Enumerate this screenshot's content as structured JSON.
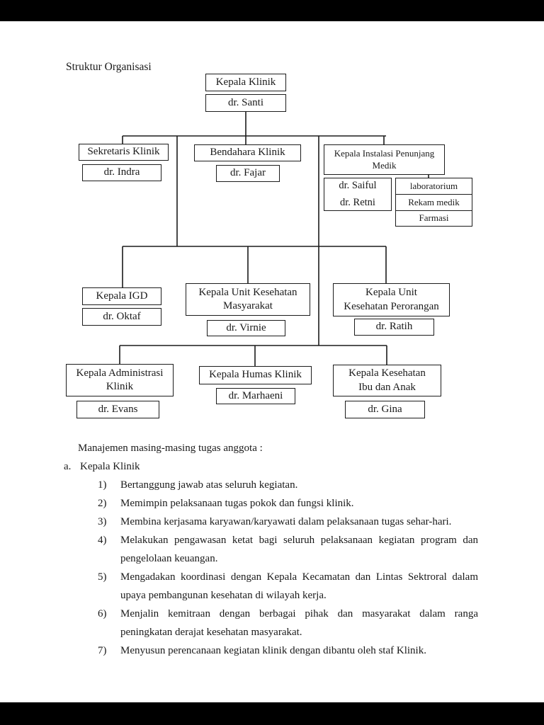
{
  "page": {
    "title": "Struktur Organisasi",
    "background_color": "#ffffff",
    "letterbox_color": "#000000",
    "ink_color": "#1a1a1a"
  },
  "org_chart": {
    "kepala_klinik": {
      "role": "Kepala Klinik",
      "person": "dr. Santi"
    },
    "sekretaris": {
      "role": "Sekretaris Klinik",
      "person": "dr. Indra"
    },
    "bendahara": {
      "role": "Bendahara Klinik",
      "person": "dr. Fajar"
    },
    "instalasi": {
      "role": "Kepala Instalasi Penunjang\nMedik",
      "person": "dr. Saiful\ndr. Retni",
      "units": [
        "laboratorium",
        "Rekam medik",
        "Farmasi"
      ]
    },
    "igd": {
      "role": "Kepala IGD",
      "person": "dr. Oktaf"
    },
    "kesmas": {
      "role": "Kepala Unit Kesehatan\nMasyarakat",
      "person": "dr. Virnie"
    },
    "kesper": {
      "role": "Kepala Unit\nKesehatan Perorangan",
      "person": "dr. Ratih"
    },
    "administrasi": {
      "role": "Kepala Administrasi\nKlinik",
      "person": "dr. Evans"
    },
    "humas": {
      "role": "Kepala Humas Klinik",
      "person": "dr. Marhaeni"
    },
    "kia": {
      "role": "Kepala Kesehatan\nIbu dan Anak",
      "person": "dr. Gina"
    }
  },
  "management": {
    "heading": "Manajemen masing-masing tugas anggota :",
    "section_letter": "a.",
    "section_title": "Kepala Klinik",
    "tasks": [
      {
        "num": "1)",
        "text": "Bertanggung jawab atas seluruh kegiatan."
      },
      {
        "num": "2)",
        "text": "Memimpin pelaksanaan tugas pokok dan fungsi klinik."
      },
      {
        "num": "3)",
        "text": "Membina kerjasama karyawan/karyawati dalam pelaksanaan tugas sehar-hari."
      },
      {
        "num": "4)",
        "text": "Melakukan pengawasan ketat bagi seluruh pelaksanaan kegiatan program dan pengelolaan keuangan."
      },
      {
        "num": "5)",
        "text": "Mengadakan koordinasi dengan Kepala Kecamatan dan Lintas Sektroral dalam upaya pembangunan kesehatan di wilayah kerja."
      },
      {
        "num": "6)",
        "text": "Menjalin kemitraan dengan berbagai pihak dan masyarakat dalam ranga peningkatan derajat kesehatan masyarakat."
      },
      {
        "num": "7)",
        "text": "Menyusun perencanaan kegiatan klinik dengan dibantu oleh staf Klinik."
      }
    ]
  }
}
